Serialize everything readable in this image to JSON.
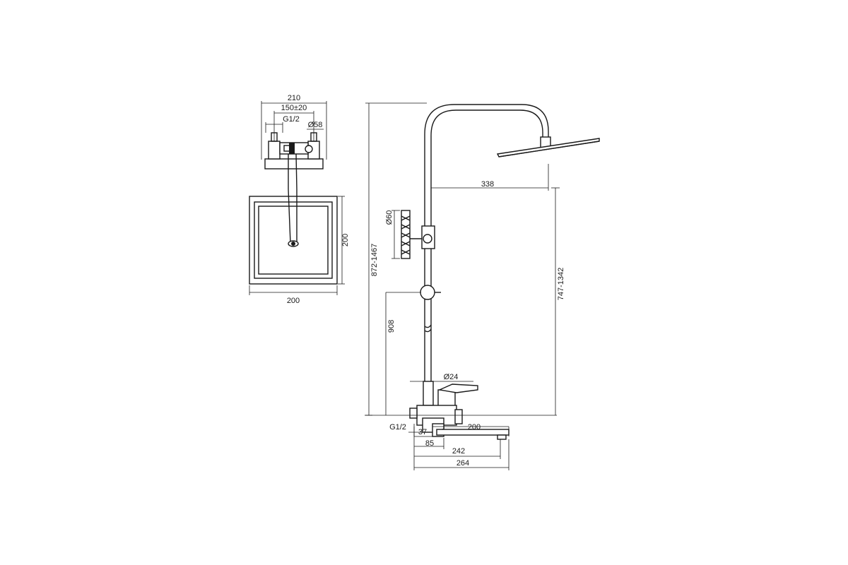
{
  "top_view": {
    "dim_width_210": "210",
    "dim_spacing": "150±20",
    "dim_thread": "G1/2",
    "dim_flange_dia": "Ø58",
    "dim_head_width": "200",
    "dim_head_depth": "200"
  },
  "side_view": {
    "dim_arm_length": "338",
    "dim_holder_dia": "Ø60",
    "dim_total_height": "872-1467",
    "dim_head_height": "747-1342",
    "dim_column_height": "908",
    "dim_pipe_dia": "Ø24",
    "dim_thread": "G1/2",
    "dim_37": "37",
    "dim_spout": "200",
    "dim_85": "85",
    "dim_242": "242",
    "dim_264": "264"
  }
}
